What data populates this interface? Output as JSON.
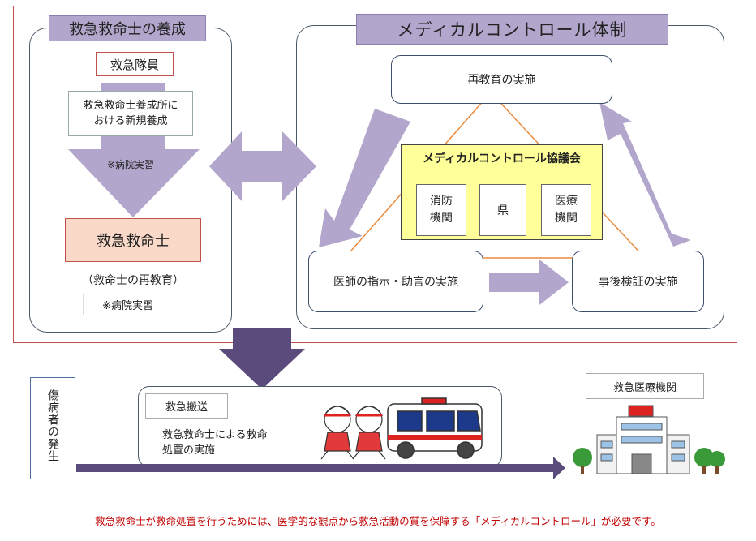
{
  "training": {
    "title": "救急救命士の養成",
    "paramedic": "救急隊員",
    "school_line1": "救急救命士養成所に",
    "school_line2": "おける新規養成",
    "hospital_note": "※病院実習",
    "emt": "救急救命士",
    "reeducation": "（救命士の再教育）",
    "hospital_note2": "※病院実習"
  },
  "medical_control": {
    "title": "メディカルコントロール体制",
    "reeducation_node": "再教育の実施",
    "council_title": "メディカルコントロール協議会",
    "members": [
      {
        "line1": "消防",
        "line2": "機関"
      },
      {
        "line1": "県",
        "line2": ""
      },
      {
        "line1": "医療",
        "line2": "機関"
      }
    ],
    "instruction_node": "医師の指示・助言の実施",
    "verification_node": "事後検証の実施"
  },
  "flow": {
    "patient": "傷病者の発生",
    "transport": "救急搬送",
    "treatment_line1": "救急救命士による救命",
    "treatment_line2": "処置の実施",
    "hospital": "救急医療機関"
  },
  "footer": {
    "caption": "救急救命士が救命処置を行うためには、医学的な観点から救急活動の質を保障する「メディカルコントロール」が必要です。"
  },
  "colors": {
    "arrow": "#b3a6cc",
    "dark_arrow": "#5b4a7c",
    "frame": "#c0504d",
    "council_fill": "#ffff99",
    "triangle": "#e98a3c",
    "emt_fill": "#fbd9c8",
    "caption": "#c00000"
  }
}
